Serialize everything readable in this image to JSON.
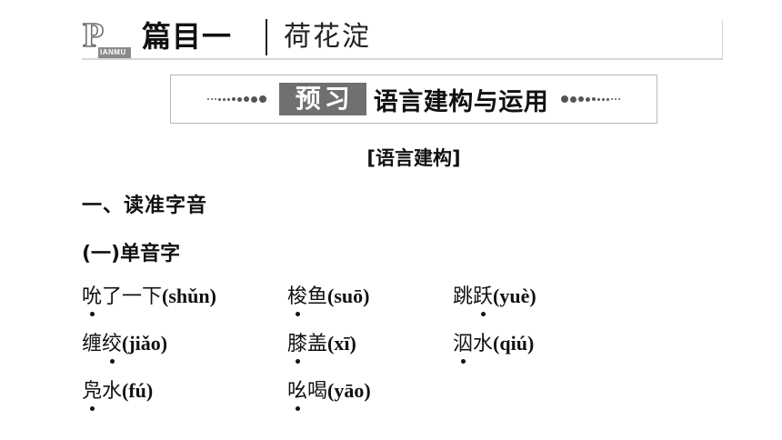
{
  "header": {
    "logo_letter": "P",
    "logo_small": "IANMU",
    "chapter": "篇目一",
    "lesson_title": "荷花淀"
  },
  "banner": {
    "tag": "预习",
    "title": "语言建构与运用"
  },
  "subsection_title": "[语言建构]",
  "section_heading": "一、读准字音",
  "group_heading": "(一)单音字",
  "vocab_rows": [
    [
      {
        "pre": "",
        "char": "吮",
        "post": "了一下",
        "pinyin": "(shǔn)"
      },
      {
        "pre": "",
        "char": "梭",
        "post": "鱼",
        "pinyin": "(suō)"
      },
      {
        "pre": "跳",
        "char": "跃",
        "post": "",
        "pinyin": "(yuè)"
      }
    ],
    [
      {
        "pre": "缠",
        "char": "绞",
        "post": "",
        "pinyin": "(jiǎo)"
      },
      {
        "pre": "",
        "char": "膝",
        "post": "盖",
        "pinyin": "(xī)"
      },
      {
        "pre": "",
        "char": "泅",
        "post": "水",
        "pinyin": "(qiú)"
      }
    ],
    [
      {
        "pre": "",
        "char": "凫",
        "post": "水",
        "pinyin": "(fú)"
      },
      {
        "pre": "",
        "char": "吆",
        "post": "喝",
        "pinyin": "(yāo)"
      }
    ]
  ]
}
